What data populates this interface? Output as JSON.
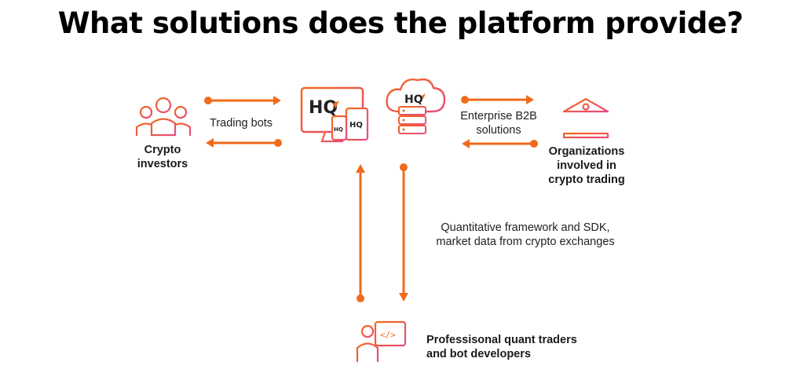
{
  "title": "What solutions does the platform provide?",
  "colors": {
    "orange": "#F26A1B",
    "pink": "#E84A7F",
    "text": "#222222"
  },
  "nodes": {
    "investors": {
      "label": "Crypto\ninvestors",
      "icon": "people-icon"
    },
    "platform": {
      "icon": "monitor-devices-icon",
      "logo": "HQ"
    },
    "cloud": {
      "icon": "cloud-server-icon",
      "logo": "HQ"
    },
    "organizations": {
      "label": "Organizations\ninvolved in\ncrypto trading",
      "icon": "bank-icon"
    },
    "developers": {
      "label": "Professisonal quant traders\nand bot developers",
      "icon": "developer-icon"
    }
  },
  "edges": {
    "investors_platform": {
      "label": "Trading bots"
    },
    "cloud_organizations": {
      "label": "Enterprise B2B\nsolutions"
    },
    "platform_developers": {
      "label": "Quantitative framework and SDK,\nmarket data from crypto exchanges"
    }
  }
}
